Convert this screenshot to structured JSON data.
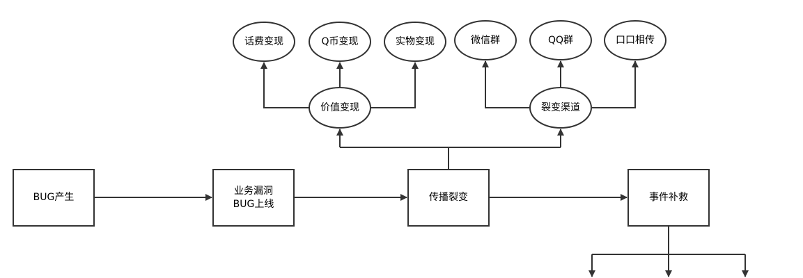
{
  "diagram": {
    "colors": {
      "stroke": "#333333",
      "fill": "#ffffff",
      "text": "#000000"
    },
    "process": {
      "bug_origin": {
        "label": "BUG产生"
      },
      "business_bug": {
        "line1": "业务漏洞",
        "line2": "BUG上线"
      },
      "spread": {
        "label": "传播裂变"
      },
      "remedy": {
        "label": "事件补救"
      }
    },
    "value": {
      "hub": {
        "label": "价值变现"
      },
      "phone_credit": {
        "label": "话费变现"
      },
      "q_coin": {
        "label": "Q币变现"
      },
      "physical": {
        "label": "实物变现"
      }
    },
    "channel": {
      "hub": {
        "label": "裂变渠道"
      },
      "wechat": {
        "label": "微信群"
      },
      "qq": {
        "label": "QQ群"
      },
      "word_of_mouth": {
        "label": "口口相传"
      }
    }
  }
}
